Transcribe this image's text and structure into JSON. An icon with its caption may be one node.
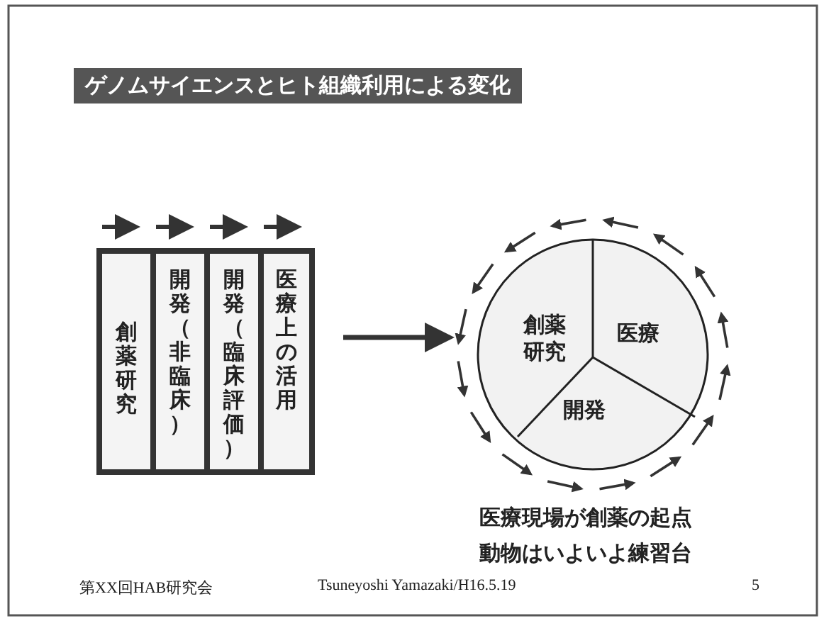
{
  "diagram": {
    "title": "ゲノムサイエンスとヒト組織利用による変化",
    "nodes": [
      {
        "text": [],
        "shape": "box"
      },
      {
        "text": [
          "創薬研究"
        ],
        "in": 0
      },
      {
        "text": [
          "開発（非臨床）"
        ],
        "in": 0
      },
      {
        "text": [
          "開発（臨床評価）"
        ],
        "in": 0
      },
      {
        "text": [
          "医療上の活用"
        ],
        "in": 0
      },
      {
        "text": [],
        "shape": "circle"
      },
      {
        "text": [
          "創薬研究"
        ],
        "in": 5
      },
      {
        "text": [
          "医療"
        ],
        "in": 5
      },
      {
        "text": [
          "開発"
        ],
        "in": 5
      }
    ],
    "edges": [
      {
        "from": 0,
        "to": 5,
        "arrow": "to"
      }
    ],
    "labels": [
      "医療現場が創薬の起点",
      "動物はいよいよ練習台",
      "第XX回HAB研究会",
      "Tsuneyoshi Yamazaki/H16.5.19",
      "5"
    ]
  }
}
